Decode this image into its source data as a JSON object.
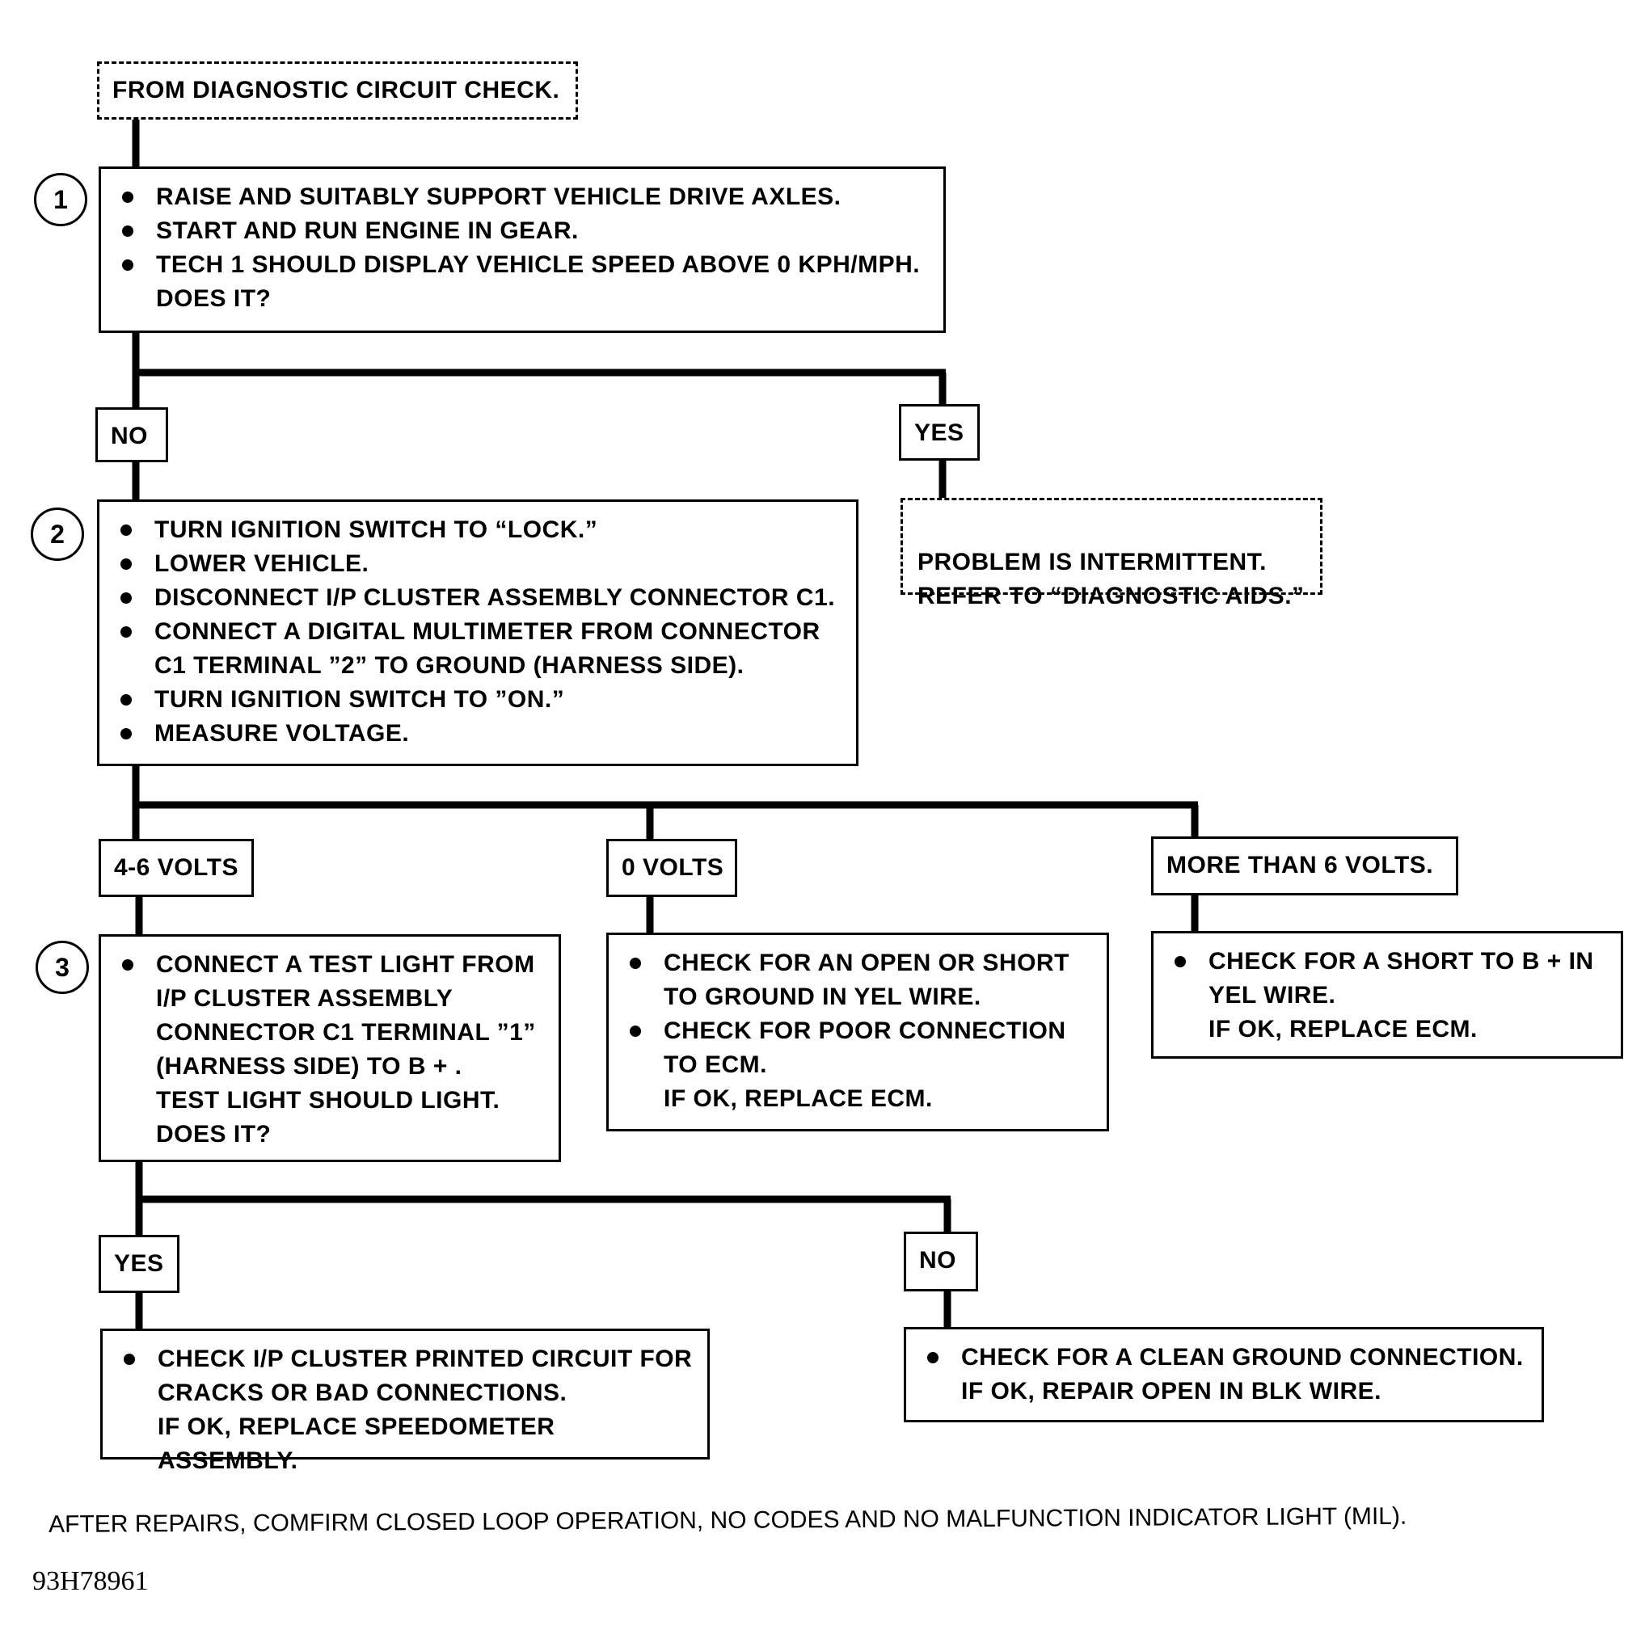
{
  "start": {
    "text": "FROM DIAGNOSTIC CIRCUIT CHECK."
  },
  "steps": [
    {
      "number": "1",
      "bullets": [
        "RAISE AND SUITABLY SUPPORT VEHICLE DRIVE AXLES.",
        "START AND RUN ENGINE IN GEAR.",
        "TECH 1 SHOULD DISPLAY VEHICLE SPEED ABOVE 0 KPH/MPH.\nDOES IT?"
      ]
    },
    {
      "number": "2",
      "bullets": [
        "TURN IGNITION SWITCH TO “LOCK.”",
        "LOWER VEHICLE.",
        "DISCONNECT I/P CLUSTER ASSEMBLY CONNECTOR C1.",
        "CONNECT A DIGITAL MULTIMETER FROM CONNECTOR\nC1 TERMINAL ”2” TO GROUND (HARNESS SIDE).",
        "TURN IGNITION SWITCH TO ”ON.”",
        "MEASURE VOLTAGE."
      ]
    },
    {
      "number": "3",
      "bullets": [
        "CONNECT A TEST LIGHT FROM\nI/P CLUSTER ASSEMBLY\nCONNECTOR C1 TERMINAL ”1”\n(HARNESS SIDE) TO B + .\nTEST LIGHT SHOULD LIGHT.\nDOES IT?"
      ]
    }
  ],
  "branches": {
    "step1_no": "NO",
    "step1_yes": "YES",
    "volts_4_6": "4-6 VOLTS",
    "volts_0": "0 VOLTS",
    "volts_more_6": "MORE THAN 6 VOLTS.",
    "step3_yes": "YES",
    "step3_no": "NO"
  },
  "outcomes": {
    "intermittent": "PROBLEM IS INTERMITTENT.\nREFER TO “DIAGNOSTIC AIDS.”",
    "zero_volts": {
      "bullets": [
        "CHECK FOR AN OPEN OR SHORT\nTO GROUND IN YEL WIRE.",
        "CHECK FOR POOR CONNECTION\nTO ECM."
      ],
      "note": "IF OK, REPLACE ECM."
    },
    "more_than_6": {
      "bullets": [
        "CHECK FOR A SHORT TO B +  IN\nYEL WIRE."
      ],
      "note": "IF OK, REPLACE ECM."
    },
    "test_light_yes": {
      "bullets": [
        "CHECK I/P CLUSTER PRINTED CIRCUIT FOR\nCRACKS OR BAD CONNECTIONS."
      ],
      "note": "IF OK, REPLACE SPEEDOMETER ASSEMBLY."
    },
    "test_light_no": {
      "bullets": [
        "CHECK FOR A CLEAN GROUND CONNECTION."
      ],
      "note": "IF OK, REPAIR OPEN IN BLK WIRE."
    }
  },
  "footer": "AFTER REPAIRS, COMFIRM CLOSED LOOP OPERATION, NO CODES AND NO MALFUNCTION INDICATOR LIGHT (MIL).",
  "figure_id": "93H78961"
}
